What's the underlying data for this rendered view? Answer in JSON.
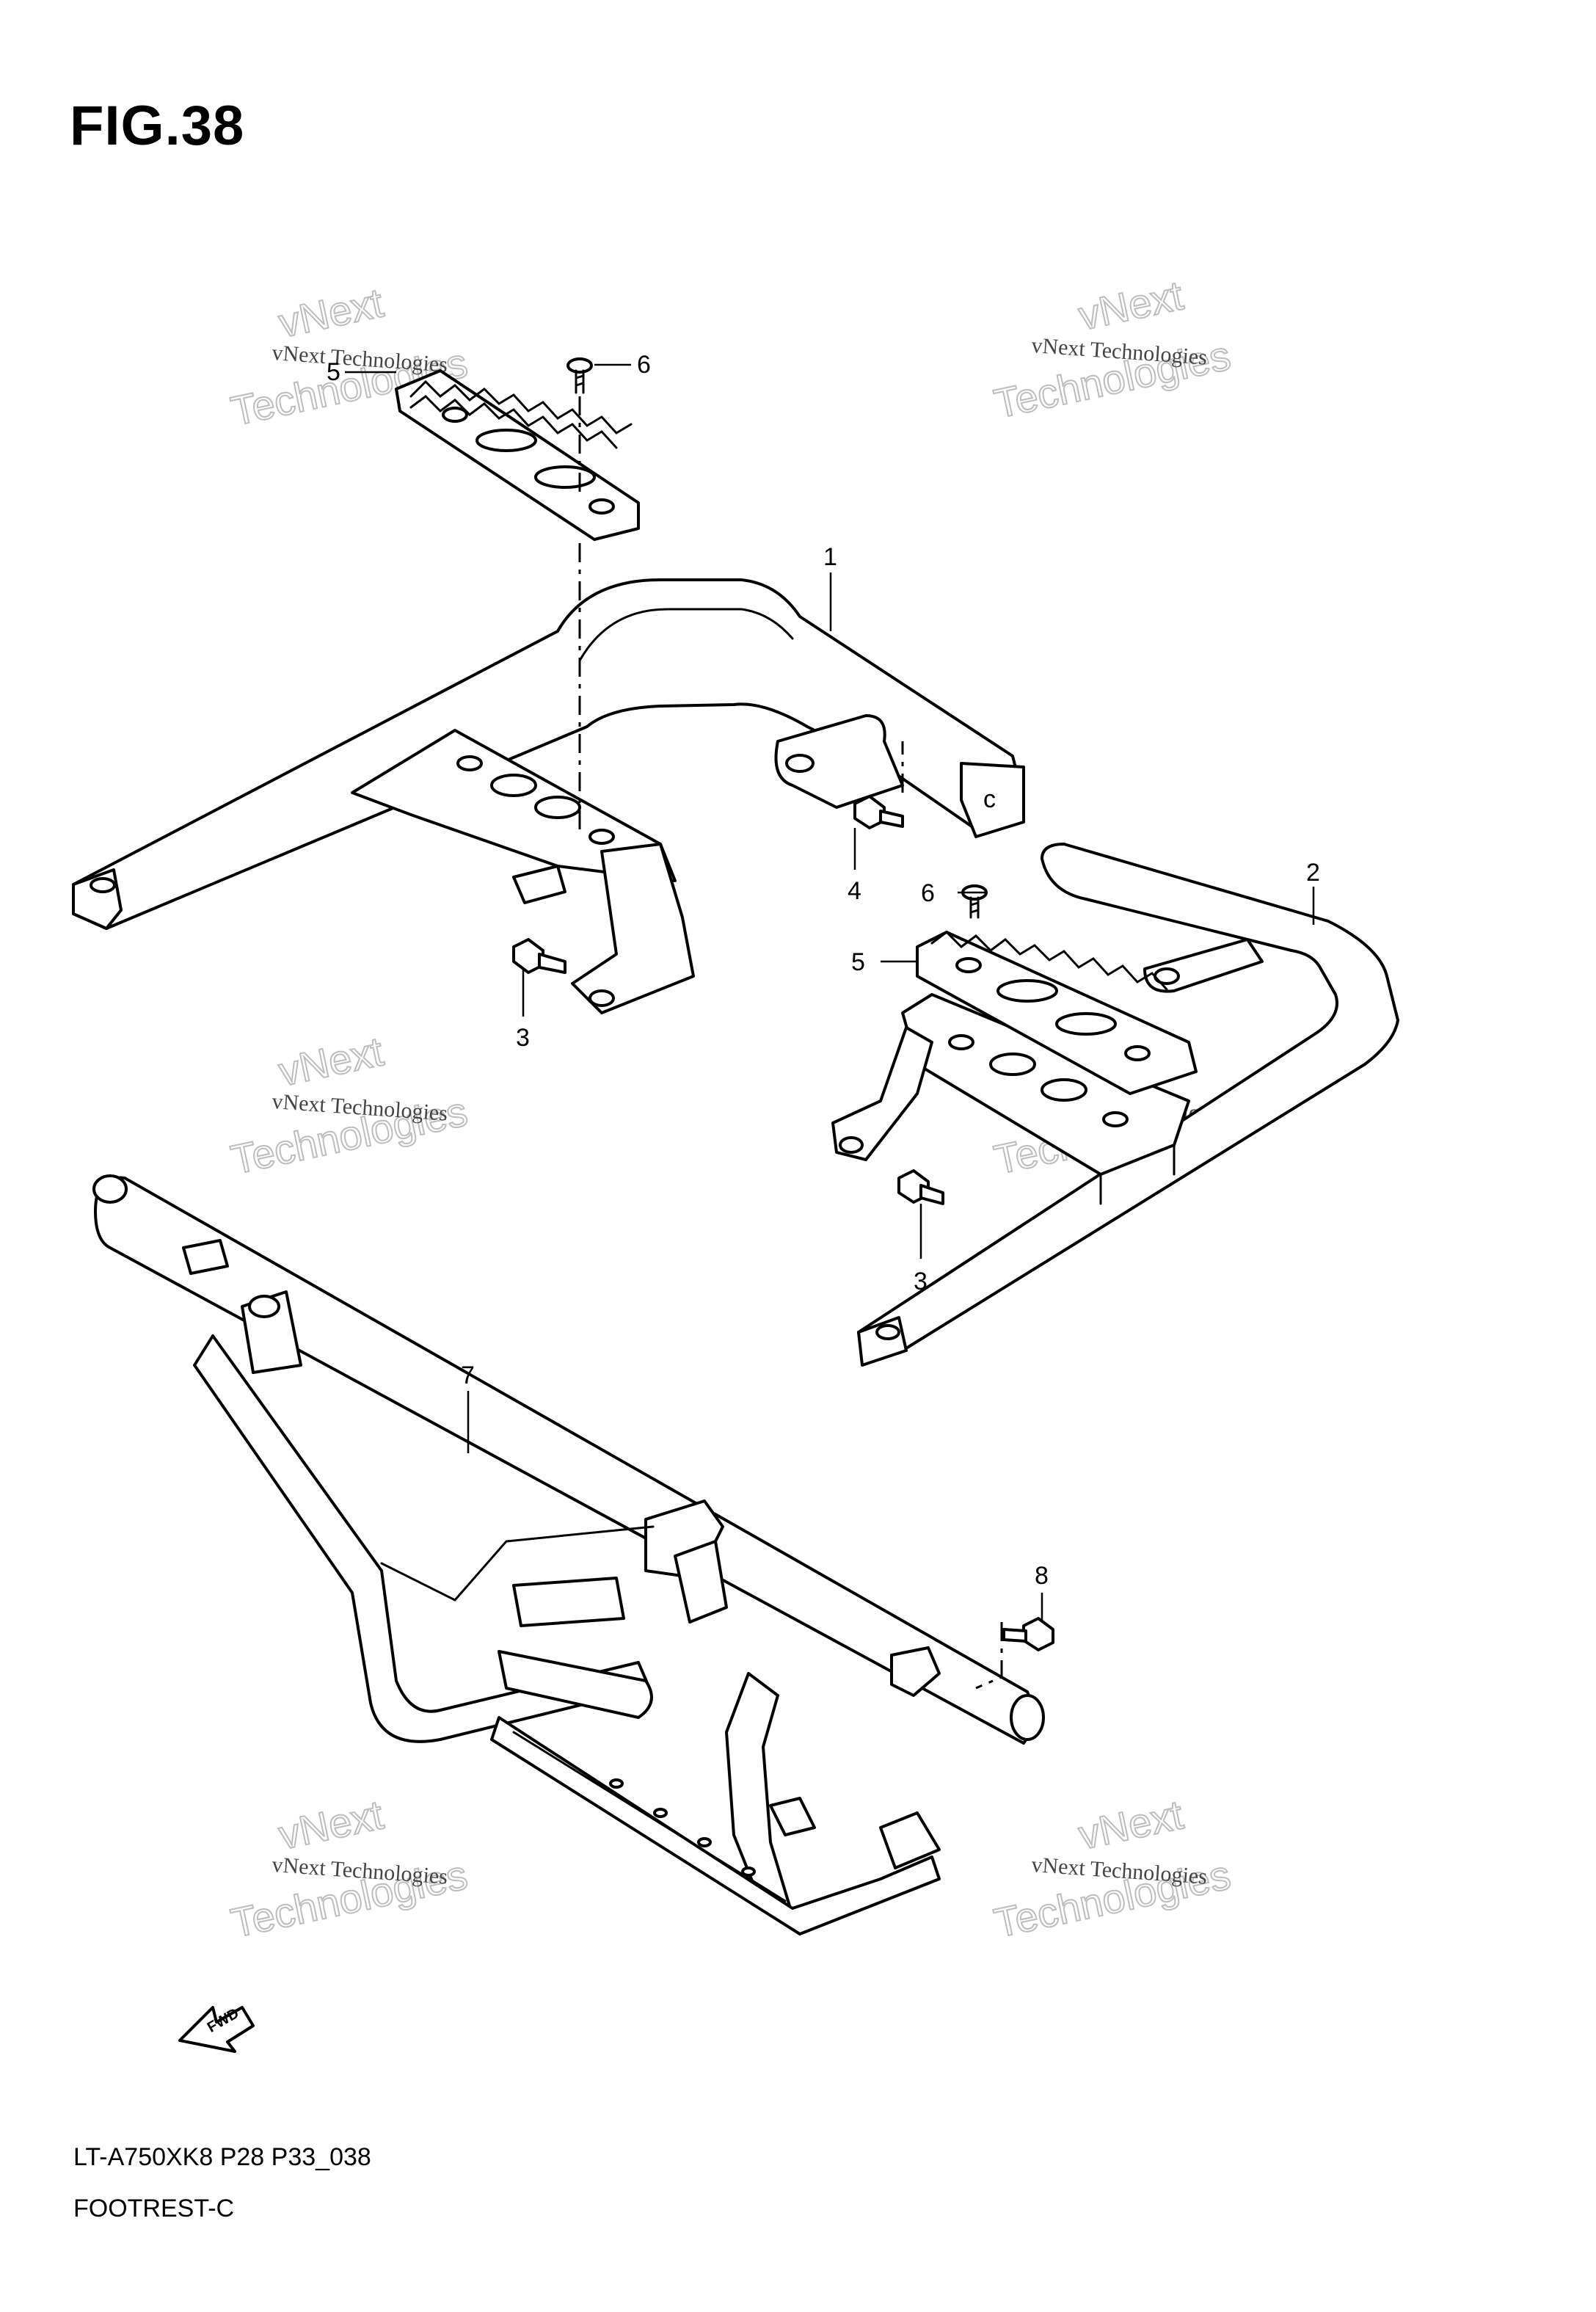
{
  "figure": {
    "title": "FIG.38",
    "model_code": "LT-A750XK8 P28 P33_038",
    "section_name": "FOOTREST-C",
    "direction_label": "FWD"
  },
  "callouts": [
    {
      "id": "c1",
      "label": "1"
    },
    {
      "id": "c2",
      "label": "2"
    },
    {
      "id": "c3a",
      "label": "3"
    },
    {
      "id": "c3b",
      "label": "3"
    },
    {
      "id": "c4",
      "label": "4"
    },
    {
      "id": "c5a",
      "label": "5"
    },
    {
      "id": "c5b",
      "label": "5"
    },
    {
      "id": "c6a",
      "label": "6"
    },
    {
      "id": "c6b",
      "label": "6"
    },
    {
      "id": "c7",
      "label": "7"
    },
    {
      "id": "c8",
      "label": "8"
    }
  ],
  "watermark": {
    "line1": "vNext Technologies",
    "line2": "Technologies",
    "top": "vNext"
  },
  "colors": {
    "ink": "#000000",
    "watermark": "#bdbdbd"
  }
}
